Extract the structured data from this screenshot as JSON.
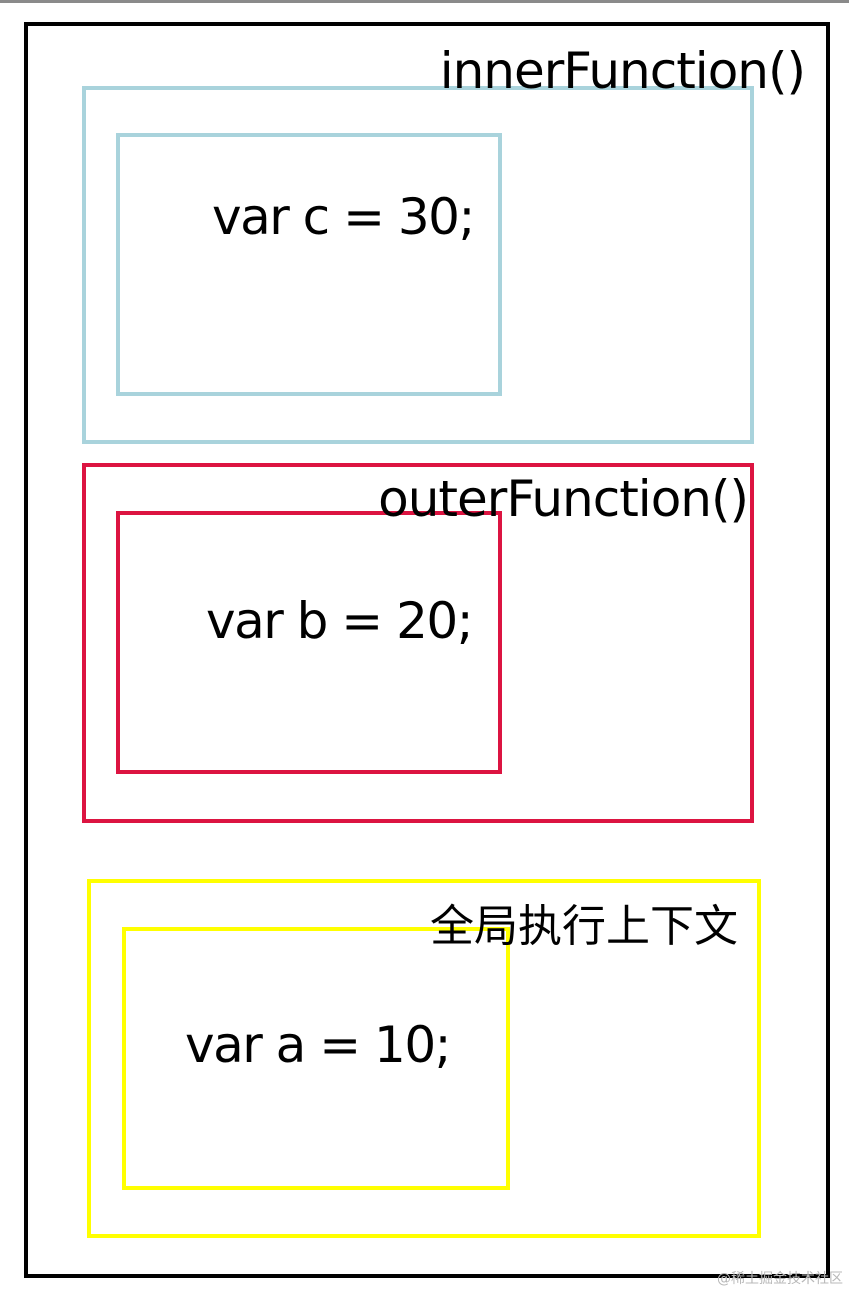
{
  "contexts": {
    "inner": {
      "label": "innerFunction()",
      "variable": "var c = 30;",
      "color": "#a9d3dc"
    },
    "outer": {
      "label": "outerFunction()",
      "variable": "var b = 20;",
      "color": "#dc1441"
    },
    "global": {
      "label": "全局执行上下文",
      "variable": "var a = 10;",
      "color": "#ffff00"
    }
  },
  "stack_border_color": "#000000",
  "watermark": "@稀土掘金技术社区"
}
